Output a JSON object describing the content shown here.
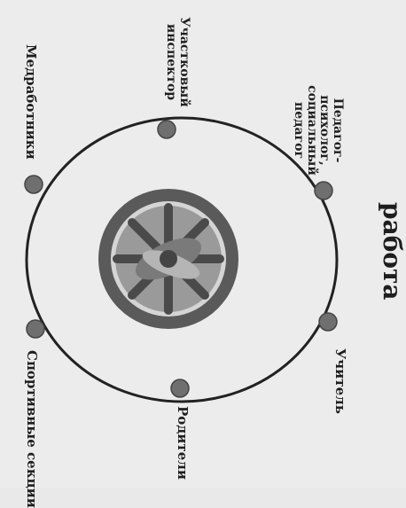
{
  "title": "работа",
  "nodes": [
    {
      "label": "Педагог-психолог, социальный педагог"
    },
    {
      "label": "Учитель"
    },
    {
      "label": "Родители"
    },
    {
      "label": "Спортивные секции"
    },
    {
      "label": "Медработники"
    },
    {
      "label": "Участковый инспектор"
    }
  ],
  "colors": {
    "ring": "#222222",
    "node": "#6f6f6f",
    "wheel": "#5a5a5a",
    "background": "#ececec"
  },
  "center_icon": "wheel-with-hands-icon"
}
